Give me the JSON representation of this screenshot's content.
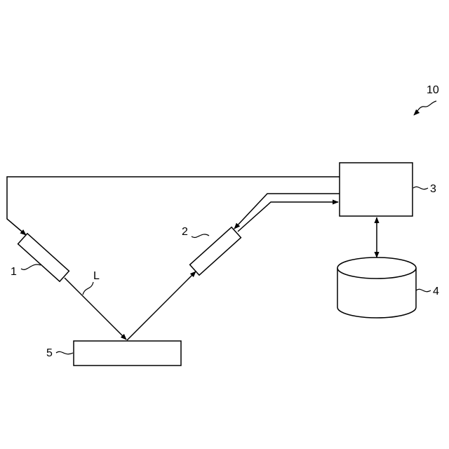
{
  "labels": {
    "system": "10",
    "emitter": "1",
    "receiver": "2",
    "controller": "3",
    "storage": "4",
    "target": "5",
    "beam": "L"
  }
}
